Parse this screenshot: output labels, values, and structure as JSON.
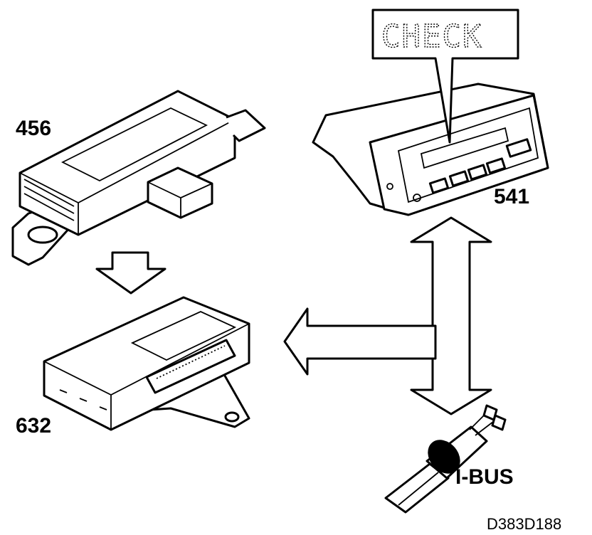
{
  "labels": {
    "module_456": "456",
    "module_541": "541",
    "module_632": "632",
    "bus": "I-BUS",
    "display_text": "CHECK",
    "figure_code": "D383D188"
  }
}
